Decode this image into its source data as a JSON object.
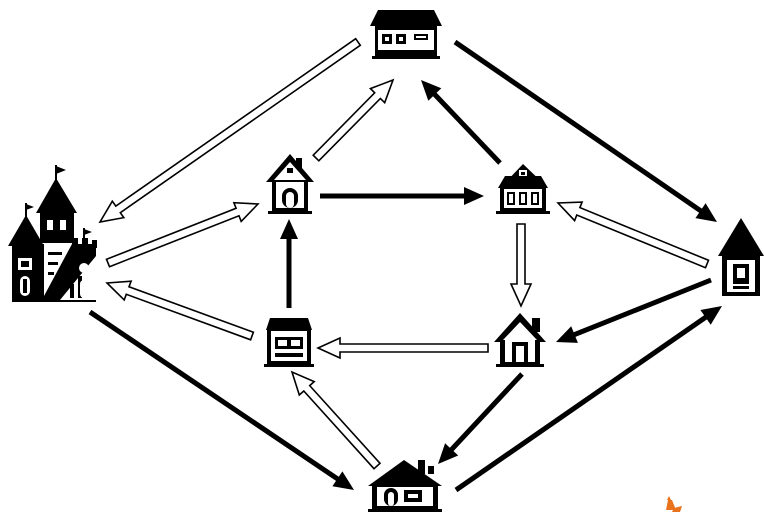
{
  "diagram": {
    "colors": {
      "ink": "#000000",
      "paper": "#ffffff",
      "accent": "#e8731c"
    },
    "nodes": [
      {
        "id": "castle",
        "icon": "castle-icon"
      },
      {
        "id": "house-top",
        "icon": "house-icon"
      },
      {
        "id": "house-upper-left",
        "icon": "house-icon"
      },
      {
        "id": "house-upper-right",
        "icon": "house-icon"
      },
      {
        "id": "house-right",
        "icon": "house-icon"
      },
      {
        "id": "house-middle-left",
        "icon": "house-icon"
      },
      {
        "id": "house-middle-right",
        "icon": "house-icon"
      },
      {
        "id": "house-bottom",
        "icon": "house-icon"
      }
    ],
    "edges": [
      {
        "from": "house-top",
        "to": "castle",
        "style": "hollow"
      },
      {
        "from": "house-top",
        "to": "house-right",
        "style": "solid"
      },
      {
        "from": "house-upper-left",
        "to": "house-top",
        "style": "hollow"
      },
      {
        "from": "house-upper-right",
        "to": "house-top",
        "style": "solid"
      },
      {
        "from": "castle",
        "to": "house-upper-left",
        "style": "hollow"
      },
      {
        "from": "house-upper-left",
        "to": "house-upper-right",
        "style": "solid"
      },
      {
        "from": "house-right",
        "to": "house-upper-right",
        "style": "hollow"
      },
      {
        "from": "house-upper-right",
        "to": "house-middle-right",
        "style": "hollow"
      },
      {
        "from": "house-middle-left",
        "to": "castle",
        "style": "hollow"
      },
      {
        "from": "house-middle-left",
        "to": "house-upper-left",
        "style": "solid"
      },
      {
        "from": "house-middle-right",
        "to": "house-middle-left",
        "style": "hollow"
      },
      {
        "from": "house-right",
        "to": "house-middle-right",
        "style": "solid"
      },
      {
        "from": "castle",
        "to": "house-bottom",
        "style": "solid"
      },
      {
        "from": "house-bottom",
        "to": "house-middle-left",
        "style": "hollow"
      },
      {
        "from": "house-middle-right",
        "to": "house-bottom",
        "style": "solid"
      },
      {
        "from": "house-bottom",
        "to": "house-right",
        "style": "solid"
      }
    ],
    "watermark": {
      "icon": "fox-logo-icon"
    }
  }
}
